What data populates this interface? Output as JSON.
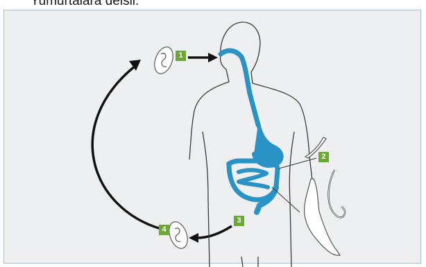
{
  "caption": "Yumurtalara dëlsil.",
  "colors": {
    "panel_background": "#eeeff0",
    "panel_border": "#9fc2d6",
    "digestive_tract": "#2a93c6",
    "badge": "#6aaa2f",
    "arrow": "#111111",
    "outline": "#3a3a3a"
  },
  "steps": [
    {
      "number": "1"
    },
    {
      "number": "2"
    },
    {
      "number": "3"
    },
    {
      "number": "4"
    }
  ]
}
